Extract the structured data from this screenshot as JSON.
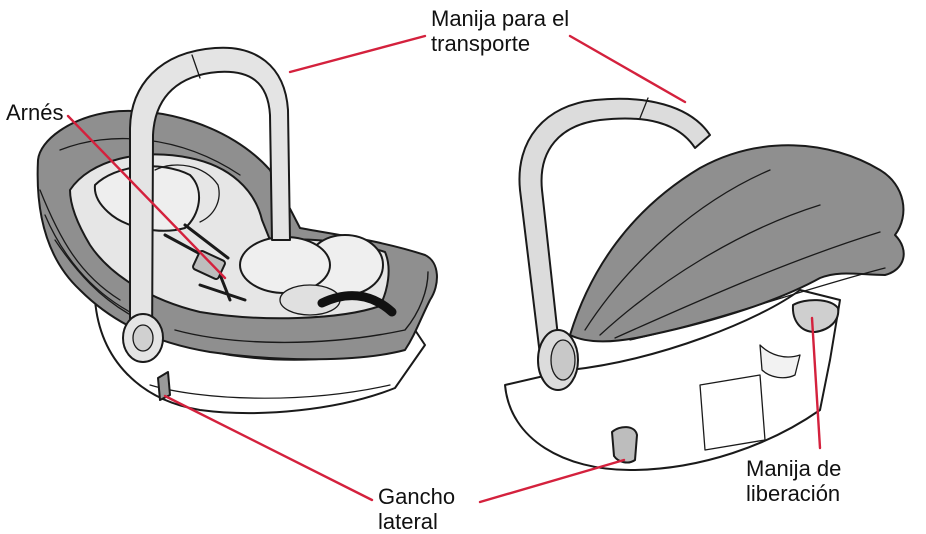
{
  "labels": {
    "handle": {
      "line1": "Manija para el",
      "line2": "transporte"
    },
    "harness": {
      "line1": "Arnés"
    },
    "side_hook": {
      "line1": "Gancho",
      "line2": "lateral"
    },
    "release_handle": {
      "line1": "Manija de",
      "line2": "liberación"
    }
  },
  "colors": {
    "leader_line": "#d4213d",
    "shell": "#ffffff",
    "fabric_dark": "#8f8f8f",
    "fabric_light": "#e6e6e6",
    "handle": "#e4e4e4",
    "outline": "#1a1a1a"
  },
  "illustrations": [
    {
      "name": "car-seat-front-view"
    },
    {
      "name": "car-seat-rear-view"
    }
  ]
}
